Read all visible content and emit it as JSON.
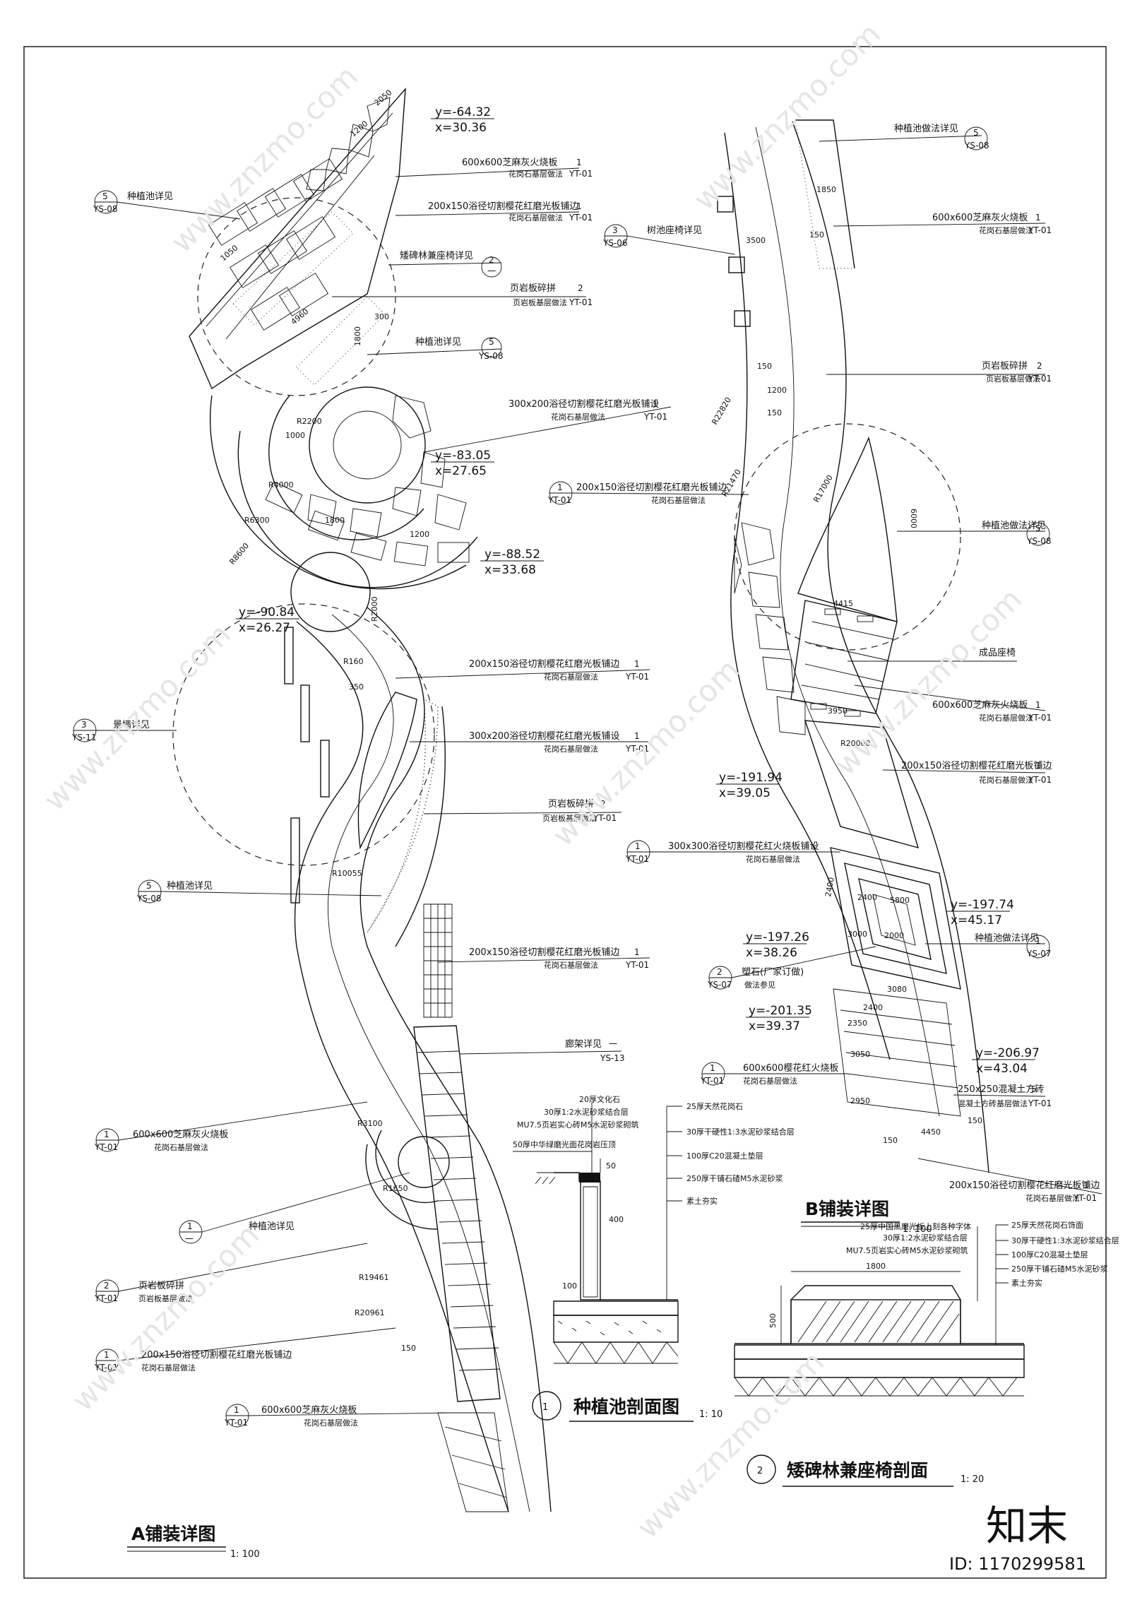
{
  "coords": {
    "a1": {
      "y": "y=-64.32",
      "x": "x=30.36"
    },
    "a2": {
      "y": "y=-83.05",
      "x": "x=27.65"
    },
    "a3": {
      "y": "y=-88.52",
      "x": "x=33.68"
    },
    "a4": {
      "y": "y=-90.84",
      "x": "x=26.27"
    },
    "b1": {
      "y": "y=-191.94",
      "x": "x=39.05"
    },
    "b2": {
      "y": "y=-197.74",
      "x": "x=45.17"
    },
    "b3": {
      "y": "y=-197.26",
      "x": "x=38.26"
    },
    "b4": {
      "y": "y=-201.35",
      "x": "x=39.37"
    },
    "b5": {
      "y": "y=-206.97",
      "x": "x=43.04"
    }
  },
  "callouts_a_right": [
    {
      "l1": "600x600芝麻灰火烧板",
      "l2": "花岗石基层做法",
      "ref": "1",
      "sheet": "YT-01"
    },
    {
      "l1": "200x150浴径切割樱花红磨光板铺边",
      "l2": "花岗石基层做法",
      "ref": "1",
      "sheet": "YT-01"
    },
    {
      "l1": "矮碑林兼座椅详见",
      "l2": "",
      "ref": "2",
      "sheet": "一"
    },
    {
      "l1": "页岩板碎拼",
      "l2": "页岩板基层做法",
      "ref": "2",
      "sheet": "YT-01"
    },
    {
      "l1": "种植池详见",
      "l2": "",
      "ref": "5",
      "sheet": "YS-08"
    },
    {
      "l1": "300x200浴径切割樱花红磨光板铺设",
      "l2": "花岗石基层做法",
      "ref": "1",
      "sheet": "YT-01"
    },
    {
      "l1": "200x150浴径切割樱花红磨光板铺边",
      "l2": "花岗石基层做法",
      "ref": "1",
      "sheet": "YT-01"
    },
    {
      "l1": "300x200浴径切割樱花红磨光板铺设",
      "l2": "花岗石基层做法",
      "ref": "1",
      "sheet": "YT-01"
    },
    {
      "l1": "页岩板碎拼",
      "l2": "页岩板基层做法",
      "ref": "2",
      "sheet": "YT-01"
    },
    {
      "l1": "200x150浴径切割樱花红磨光板铺边",
      "l2": "花岗石基层做法",
      "ref": "1",
      "sheet": "YT-01"
    },
    {
      "l1": "廊架详见",
      "l2": "",
      "ref": "一",
      "sheet": "YS-13"
    }
  ],
  "callouts_a_left": [
    {
      "l1": "种植池详见",
      "l2": "",
      "ref": "5",
      "sheet": "YS-08"
    },
    {
      "l1": "景墙详见",
      "l2": "",
      "ref": "3",
      "sheet": "YS-11"
    },
    {
      "l1": "种植池详见",
      "l2": "",
      "ref": "5",
      "sheet": "YS-08"
    },
    {
      "l1": "600x600芝麻灰火烧板",
      "l2": "花岗石基层做法",
      "ref": "1",
      "sheet": "YT-01"
    },
    {
      "l1": "种植池详见",
      "l2": "",
      "ref": "1",
      "sheet": "一"
    },
    {
      "l1": "页岩板碎拼",
      "l2": "页岩板基层做法",
      "ref": "2",
      "sheet": "YT-01"
    },
    {
      "l1": "200x150浴径切割樱花红磨光板铺边",
      "l2": "花岗石基层做法",
      "ref": "1",
      "sheet": "YT-01"
    },
    {
      "l1": "600x600芝麻灰火烧板",
      "l2": "花岗石基层做法",
      "ref": "1",
      "sheet": "YT-01"
    }
  ],
  "callouts_b": [
    {
      "l1": "种植池做法详见",
      "l2": "",
      "ref": "5",
      "sheet": "YS-08"
    },
    {
      "l1": "600x600芝麻灰火烧板",
      "l2": "花岗石基层做法",
      "ref": "1",
      "sheet": "YT-01"
    },
    {
      "l1": "树池座椅详见",
      "l2": "",
      "ref": "3",
      "sheet": "YS-06"
    },
    {
      "l1": "页岩板碎拼",
      "l2": "页岩板基层做法",
      "ref": "2",
      "sheet": "YT-01"
    },
    {
      "l1": "200x150浴径切割樱花红磨光板铺边",
      "l2": "花岗石基层做法",
      "ref": "1",
      "sheet": "YT-01"
    },
    {
      "l1": "种植池做法详见",
      "l2": "",
      "ref": "5",
      "sheet": "YS-08"
    },
    {
      "l1": "成品座椅",
      "l2": "",
      "ref": "",
      "sheet": ""
    },
    {
      "l1": "600x600芝麻灰火烧板",
      "l2": "花岗石基层做法",
      "ref": "1",
      "sheet": "YT-01"
    },
    {
      "l1": "200x150浴径切割樱花红磨光板铺边",
      "l2": "花岗石基层做法",
      "ref": "1",
      "sheet": "YT-01"
    },
    {
      "l1": "300x300浴径切割樱花红火烧板铺设",
      "l2": "花岗石基层做法",
      "ref": "1",
      "sheet": "YT-01"
    },
    {
      "l1": "种植池做法详见",
      "l2": "",
      "ref": "1",
      "sheet": "YS-07"
    },
    {
      "l1": "塑石(厂家订做)",
      "l2": "做法参见",
      "ref": "2",
      "sheet": "YS-07"
    },
    {
      "l1": "600x600樱花红火烧板",
      "l2": "花岗石基层做法",
      "ref": "1",
      "sheet": "YT-01"
    },
    {
      "l1": "250x250混凝土方砖",
      "l2": "混凝土方砖基层做法",
      "ref": "5",
      "sheet": "YT-01"
    },
    {
      "l1": "200x150浴径切割樱花红磨光板铺边",
      "l2": "花岗石基层做法",
      "ref": "1",
      "sheet": "YT-01"
    }
  ],
  "section1": {
    "num": "1",
    "title": "种植池剖面图",
    "scale": "1: 10",
    "left_layers": [
      "20厚文化石",
      "30厚1:2水泥砂浆结合层",
      "MU7.5页岩实心砖M5水泥砂浆砌筑",
      "50厚中华绿磨光面花岗岩压顶"
    ],
    "right_layers": [
      "25厚天然花岗石",
      "30厚干硬性1:3水泥砂浆结合层",
      "100厚C20混凝土垫层",
      "250厚干铺石碴M5水泥砂浆",
      "素土夯实"
    ],
    "dims": [
      "50",
      "400",
      "100"
    ]
  },
  "section2": {
    "num": "2",
    "title": "矮碑林兼座椅剖面",
    "scale": "1: 20",
    "left_layers": [
      "25厚中国黑磨光板上刻各种字体",
      "30厚1:2水泥砂浆结合层",
      "MU7.5页岩实心砖M5水泥砂浆砌筑"
    ],
    "right_layers": [
      "25厚天然花岗石饰面",
      "30厚干硬性1:3水泥砂浆结合层",
      "100厚C20混凝土垫层",
      "250厚干铺石碴M5水泥砂浆",
      "素土夯实"
    ],
    "dims": [
      "1800",
      "500"
    ]
  },
  "titles": {
    "a": {
      "text": "A铺装详图",
      "scale": "1: 100"
    },
    "b": {
      "text": "B铺装详图",
      "scale": "1: 100"
    }
  },
  "dims_a": [
    "2050",
    "1200",
    "1050",
    "4960",
    "1800",
    "300",
    "R2200",
    "1000",
    "R4000",
    "R6300",
    "R8600",
    "1800",
    "1200",
    "R160",
    "R2000",
    "350",
    "R10055",
    "R3100",
    "R1650",
    "R19461",
    "R20961",
    "150"
  ],
  "dims_b": [
    "1850",
    "150",
    "3500",
    "150",
    "1200",
    "150",
    "R22820",
    "R21470",
    "R17000",
    "6000",
    "4415",
    "3950",
    "R20000",
    "5800",
    "2400",
    "2400",
    "3000",
    "2000",
    "3080",
    "2400",
    "2350",
    "3050",
    "2950",
    "4450",
    "150",
    "150"
  ],
  "watermark": {
    "brand": "知末",
    "id": "ID: 1170299581",
    "site": "www.znzmo.com"
  }
}
